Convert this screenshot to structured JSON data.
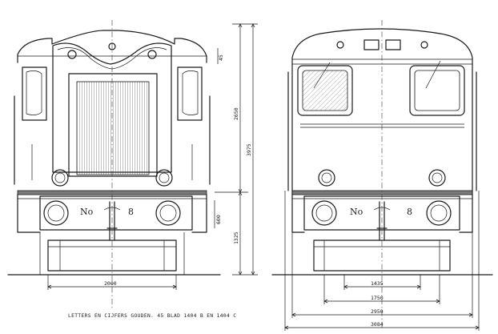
{
  "left_view": {
    "plate_prefix": "No",
    "plate_number": "8",
    "dimensions": {
      "width_bottom": "2000",
      "height_body": "2650",
      "height_total": "3975",
      "height_buffer": "1325",
      "buffer_offset": "600",
      "small_top": "45"
    }
  },
  "right_view": {
    "plate_prefix": "No",
    "plate_number": "8",
    "dimensions": {
      "d1": "1435",
      "d2": "1750",
      "d3": "2950",
      "d4": "3084"
    }
  },
  "caption": "LETTERS EN CIJFERS GOUDEN. 45 BLAD  1404 B EN 1404 C"
}
